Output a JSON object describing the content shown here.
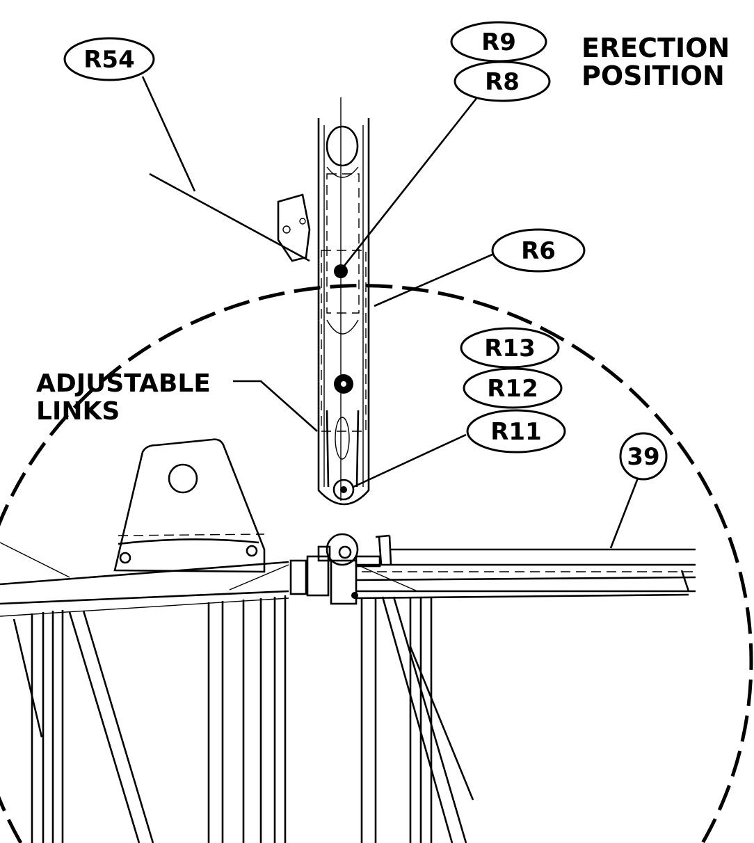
{
  "title": {
    "line1": "ERECTION",
    "line2": "POSITION"
  },
  "callouts": {
    "r54": "R54",
    "r9": "R9",
    "r8": "R8",
    "r6": "R6",
    "r13": "R13",
    "r12": "R12",
    "r11": "R11"
  },
  "item_balloon": "39",
  "note": {
    "line1": "ADJUSTABLE",
    "line2": "LINKS"
  }
}
